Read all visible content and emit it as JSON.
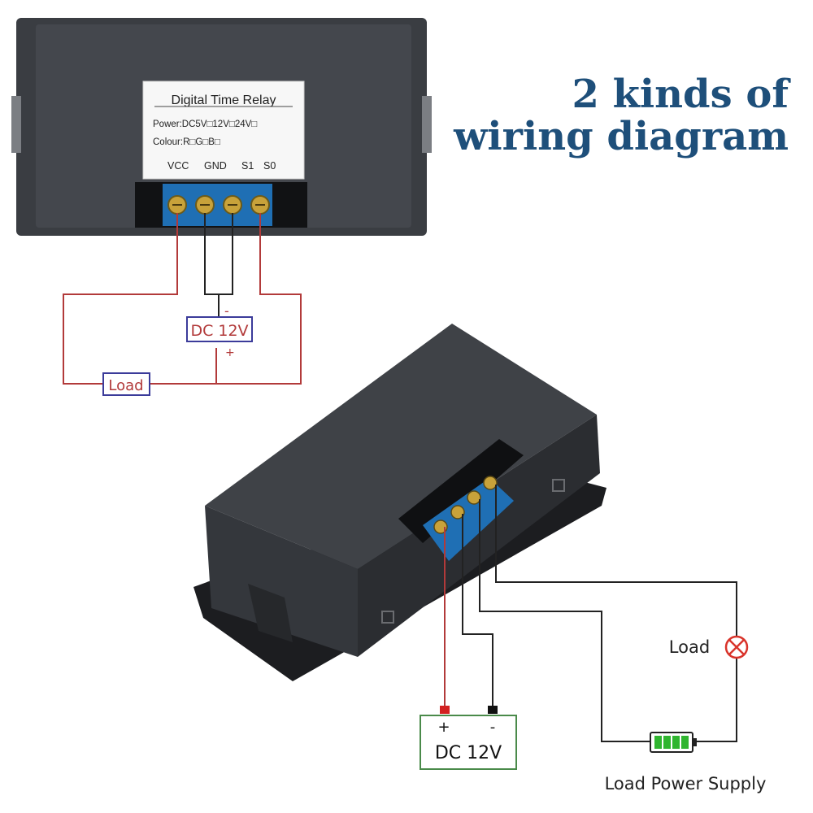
{
  "headline": {
    "line1": "2 kinds of",
    "line2": "wiring diagram"
  },
  "top_module": {
    "label_title": "Digital Time Relay",
    "label_power": "Power:DC5V□12V□24V□",
    "label_colour": "Colour:R□G□B□",
    "terminals": [
      "VCC",
      "GND",
      "S1",
      "S0"
    ],
    "supply_label": "DC 12V",
    "supply_minus": "-",
    "supply_plus": "+",
    "load_label": "Load"
  },
  "bottom_module": {
    "supply_label": "DC 12V",
    "supply_plus": "+",
    "supply_minus": "-",
    "load_label": "Load",
    "load_supply_label": "Load Power Supply"
  },
  "colors": {
    "title": "#1e4f7a",
    "wire_red": "#b23a3a",
    "wire_black": "#222222",
    "box_border_blue": "#3b3b9a",
    "box_border_green": "#4a8a4a",
    "lamp_red": "#d9342b",
    "battery_green": "#2fb52f",
    "terminal_blue": "#2a7fd4",
    "module_body": "#3a3d42"
  }
}
